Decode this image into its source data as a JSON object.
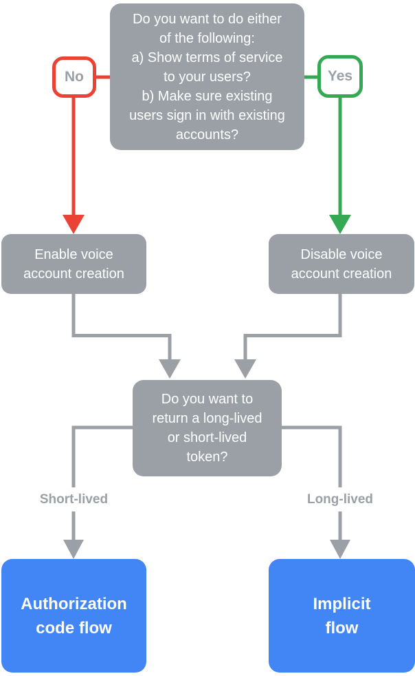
{
  "colors": {
    "box_gray": "#9AA0A6",
    "connector_gray": "#9AA0A6",
    "label_text_gray": "#9AA0A6",
    "red": "#EA4335",
    "green": "#34A853",
    "blue": "#4285F4"
  },
  "flowchart": {
    "question1": "Do you want to do either\nof the following:\na) Show terms of service\nto your users?\nb) Make sure existing\nusers sign in with existing\naccounts?",
    "no_label": "No",
    "yes_label": "Yes",
    "enable_box": "Enable voice\naccount creation",
    "disable_box": "Disable voice\naccount creation",
    "question2": "Do you want to\nreturn a long-lived\nor short-lived\ntoken?",
    "short_lived_label": "Short-lived",
    "long_lived_label": "Long-lived",
    "auth_code_box": "Authorization\ncode flow",
    "implicit_box": "Implicit\nflow"
  }
}
